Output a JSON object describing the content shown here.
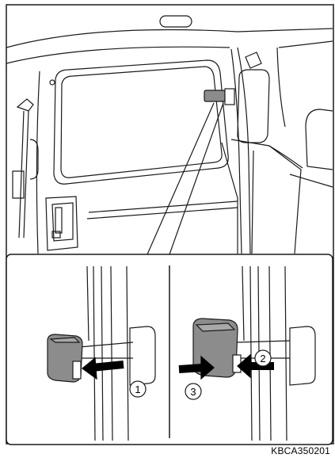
{
  "figure": {
    "callouts": [
      "1",
      "2",
      "3"
    ],
    "code": "KBCA350201"
  },
  "colors": {
    "line": "#1a1a1a",
    "latch": "#8c8c8c",
    "latch_dark": "#5a5a5a"
  }
}
